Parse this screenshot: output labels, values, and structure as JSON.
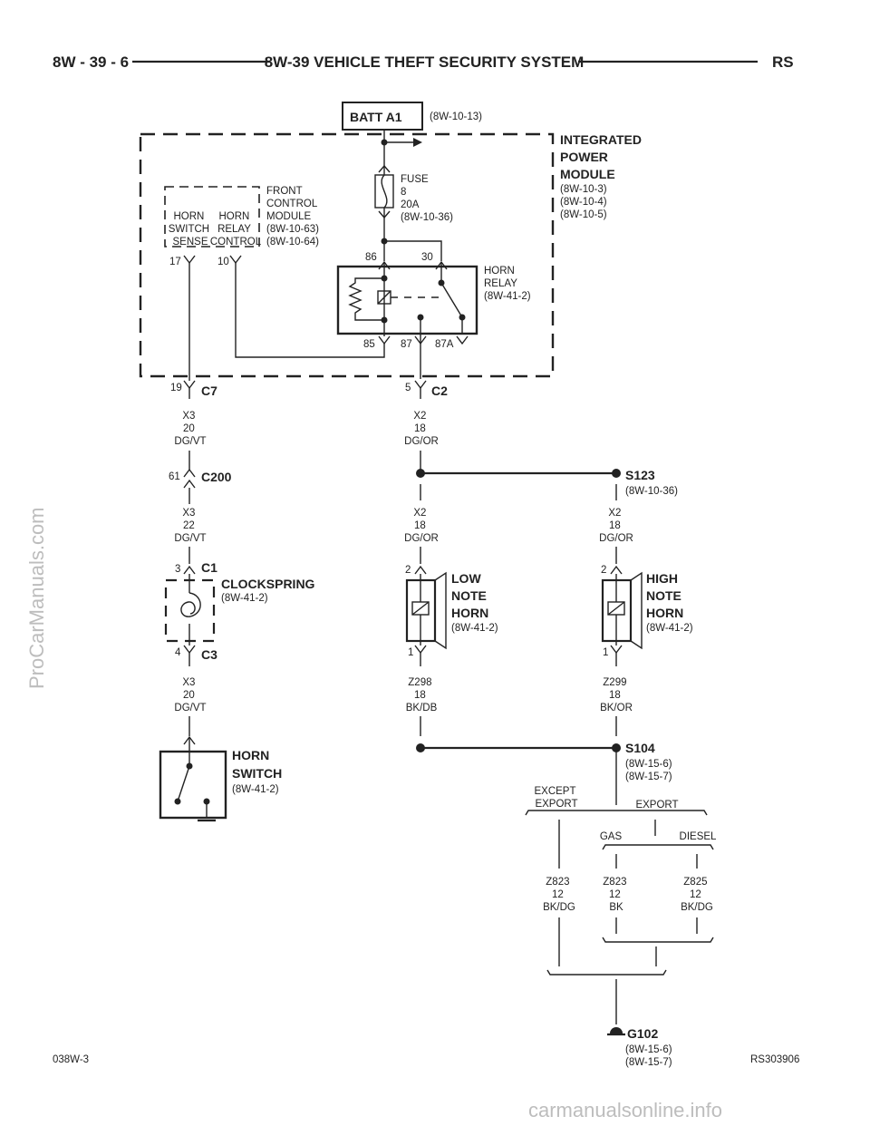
{
  "header": {
    "left": "8W - 39 - 6",
    "center": "8W-39 VEHICLE THEFT SECURITY SYSTEM",
    "right": "RS"
  },
  "footer": {
    "left": "038W-3",
    "right": "RS303906"
  },
  "watermarks": {
    "side": "ProCarManuals.com",
    "bottom": "carmanualsonline.info"
  },
  "batt": {
    "label": "BATT A1",
    "ref": "(8W-10-13)"
  },
  "ipm": {
    "title": [
      "INTEGRATED",
      "POWER",
      "MODULE"
    ],
    "refs": [
      "(8W-10-3)",
      "(8W-10-4)",
      "(8W-10-5)"
    ]
  },
  "fuse": {
    "lines": [
      "FUSE",
      "8",
      "20A",
      "(8W-10-36)"
    ]
  },
  "fcm": {
    "lines": [
      "FRONT",
      "CONTROL",
      "MODULE",
      "(8W-10-63)",
      "(8W-10-64)"
    ],
    "sense": [
      "HORN",
      "SWITCH",
      "SENSE"
    ],
    "control": [
      "HORN",
      "RELAY",
      "CONTROL"
    ],
    "pin_sense": "17",
    "pin_control": "10"
  },
  "relay": {
    "lines": [
      "HORN",
      "RELAY",
      "(8W-41-2)"
    ],
    "pin86": "86",
    "pin30": "30",
    "pin85": "85",
    "pin87": "87",
    "pin87a": "87A"
  },
  "c7": {
    "pin": "19",
    "name": "C7"
  },
  "c2": {
    "pin": "5",
    "name": "C2"
  },
  "c200": {
    "pin": "61",
    "name": "C200"
  },
  "wires": {
    "x3a": [
      "X3",
      "20",
      "DG/VT"
    ],
    "x2a": [
      "X2",
      "18",
      "DG/OR"
    ],
    "x3b": [
      "X3",
      "22",
      "DG/VT"
    ],
    "x2b": [
      "X2",
      "18",
      "DG/OR"
    ],
    "x2c": [
      "X2",
      "18",
      "DG/OR"
    ],
    "x3c": [
      "X3",
      "20",
      "DG/VT"
    ],
    "z298": [
      "Z298",
      "18",
      "BK/DB"
    ],
    "z299": [
      "Z299",
      "18",
      "BK/OR"
    ],
    "z823a": [
      "Z823",
      "12",
      "BK/DG"
    ],
    "z823b": [
      "Z823",
      "12",
      "BK"
    ],
    "z825": [
      "Z825",
      "12",
      "BK/DG"
    ]
  },
  "s123": {
    "name": "S123",
    "ref": "(8W-10-36)"
  },
  "clockspring": {
    "c1pin": "3",
    "c1": "C1",
    "c3pin": "4",
    "c3": "C3",
    "title": "CLOCKSPRING",
    "ref": "(8W-41-2)"
  },
  "low_horn": {
    "pin_top": "2",
    "pin_bot": "1",
    "title": [
      "LOW",
      "NOTE",
      "HORN"
    ],
    "ref": "(8W-41-2)"
  },
  "high_horn": {
    "pin_top": "2",
    "pin_bot": "1",
    "title": [
      "HIGH",
      "NOTE",
      "HORN"
    ],
    "ref": "(8W-41-2)"
  },
  "horn_switch": {
    "title": [
      "HORN",
      "SWITCH"
    ],
    "ref": "(8W-41-2)"
  },
  "s104": {
    "name": "S104",
    "refs": [
      "(8W-15-6)",
      "(8W-15-7)"
    ]
  },
  "options": {
    "except_export": [
      "EXCEPT",
      "EXPORT"
    ],
    "export": "EXPORT",
    "gas": "GAS",
    "diesel": "DIESEL"
  },
  "g102": {
    "name": "G102",
    "refs": [
      "(8W-15-6)",
      "(8W-15-7)"
    ]
  }
}
